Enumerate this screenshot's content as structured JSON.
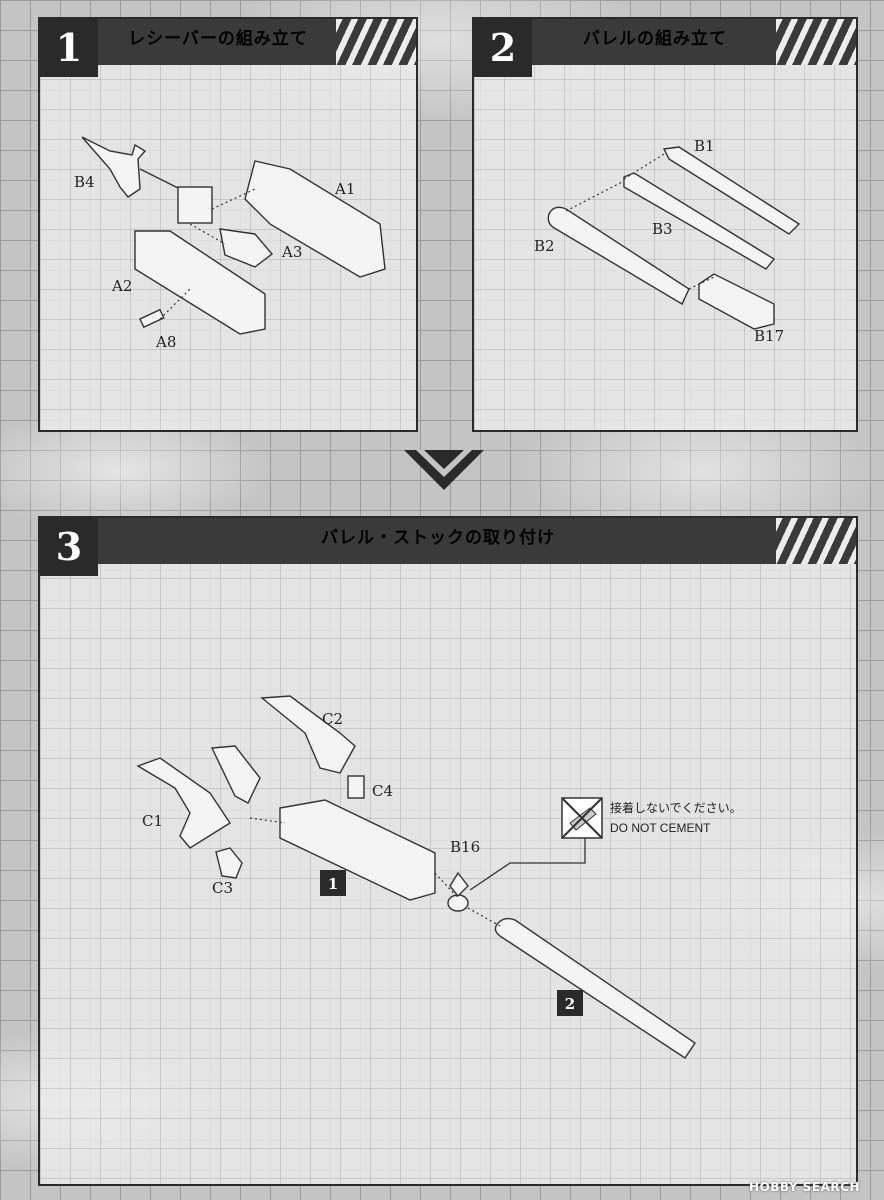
{
  "steps": [
    {
      "number": "1",
      "title": "レシーバーの組み立て",
      "parts": [
        "B4",
        "A1",
        "A3",
        "A2",
        "A8"
      ]
    },
    {
      "number": "2",
      "title": "バレルの組み立て",
      "parts": [
        "B1",
        "B3",
        "B2",
        "B17"
      ]
    },
    {
      "number": "3",
      "title": "バレル・ストックの取り付け",
      "parts": [
        "C2",
        "C4",
        "C1",
        "B16",
        "C3"
      ],
      "subassembly_refs": [
        "1",
        "2"
      ],
      "note": {
        "jp": "接着しないでください。",
        "en": "DO NOT CEMENT",
        "icon": "no-cement-icon"
      }
    }
  ],
  "watermark": "HOBBY SEARCH",
  "colors": {
    "panel_header": "#3a3a3a",
    "step_badge": "#2a2a2a"
  }
}
